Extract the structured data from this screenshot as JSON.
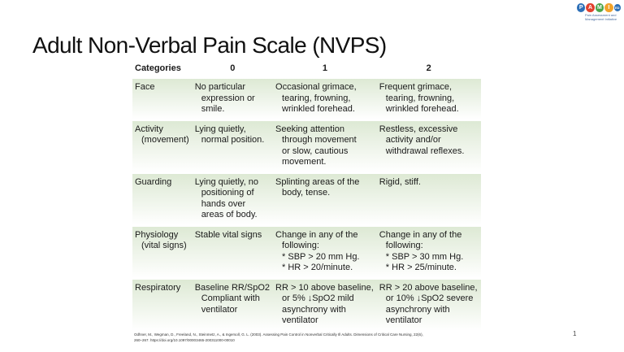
{
  "logo": {
    "letters": [
      "P",
      "A",
      "M",
      "I",
      "ED"
    ],
    "subtitle_line1": "Pain Assessment and",
    "subtitle_line2": "Management Initiative"
  },
  "slide": {
    "title": "Adult Non-Verbal Pain Scale (NVPS)",
    "page_number": "1"
  },
  "table": {
    "headers": [
      "Categories",
      "0",
      "1",
      "2"
    ],
    "rows": [
      {
        "category": [
          "Face"
        ],
        "score0": [
          "No particular",
          "expression or",
          "smile."
        ],
        "score1": [
          "Occasional grimace,",
          "tearing, frowning,",
          "wrinkled forehead."
        ],
        "score2": [
          "Frequent grimace,",
          "tearing, frowning,",
          "wrinkled forehead."
        ]
      },
      {
        "category": [
          "Activity",
          "(movement)"
        ],
        "score0": [
          "Lying quietly,",
          "normal position."
        ],
        "score1": [
          "Seeking attention",
          "through movement",
          "or slow, cautious",
          "movement."
        ],
        "score2": [
          "Restless, excessive",
          "activity and/or",
          "withdrawal reflexes."
        ]
      },
      {
        "category": [
          "Guarding"
        ],
        "score0": [
          "Lying quietly, no",
          "positioning of",
          "hands over",
          "areas of body."
        ],
        "score1": [
          "Splinting areas of the",
          "body, tense."
        ],
        "score2": [
          "Rigid, stiff."
        ]
      },
      {
        "category": [
          "Physiology",
          "(vital signs)"
        ],
        "score0": [
          "Stable vital signs"
        ],
        "score1": [
          "Change in any of the",
          "following:",
          "* SBP > 20 mm Hg.",
          "* HR > 20/minute."
        ],
        "score2": [
          "Change in any of the",
          "following:",
          "* SBP > 30 mm Hg.",
          "* HR > 25/minute."
        ]
      },
      {
        "category": [
          "Respiratory"
        ],
        "score0": [
          "Baseline RR/SpO2",
          "Compliant with",
          "ventilator"
        ],
        "score1": [
          "RR > 10 above baseline,",
          "or 5% ↓SpO2 mild",
          "asynchrony with",
          "ventilator"
        ],
        "score2": [
          "RR > 20 above baseline,",
          "or 10% ↓SpO2 severe",
          "asynchrony with",
          "ventilator"
        ]
      }
    ]
  },
  "citation": {
    "line1": "Odhner, M., Wegman, D., Freeland, N., Steinmetz, A., & Ingersoll, G. L. (2003). Assessing Pain Control in Nonverbal Critically Ill Adults. Dimensions of Critical Care Nursing, 22(6),",
    "line2": "260–267. https://doi.org/10.1097/00003465-200311000-00010"
  }
}
